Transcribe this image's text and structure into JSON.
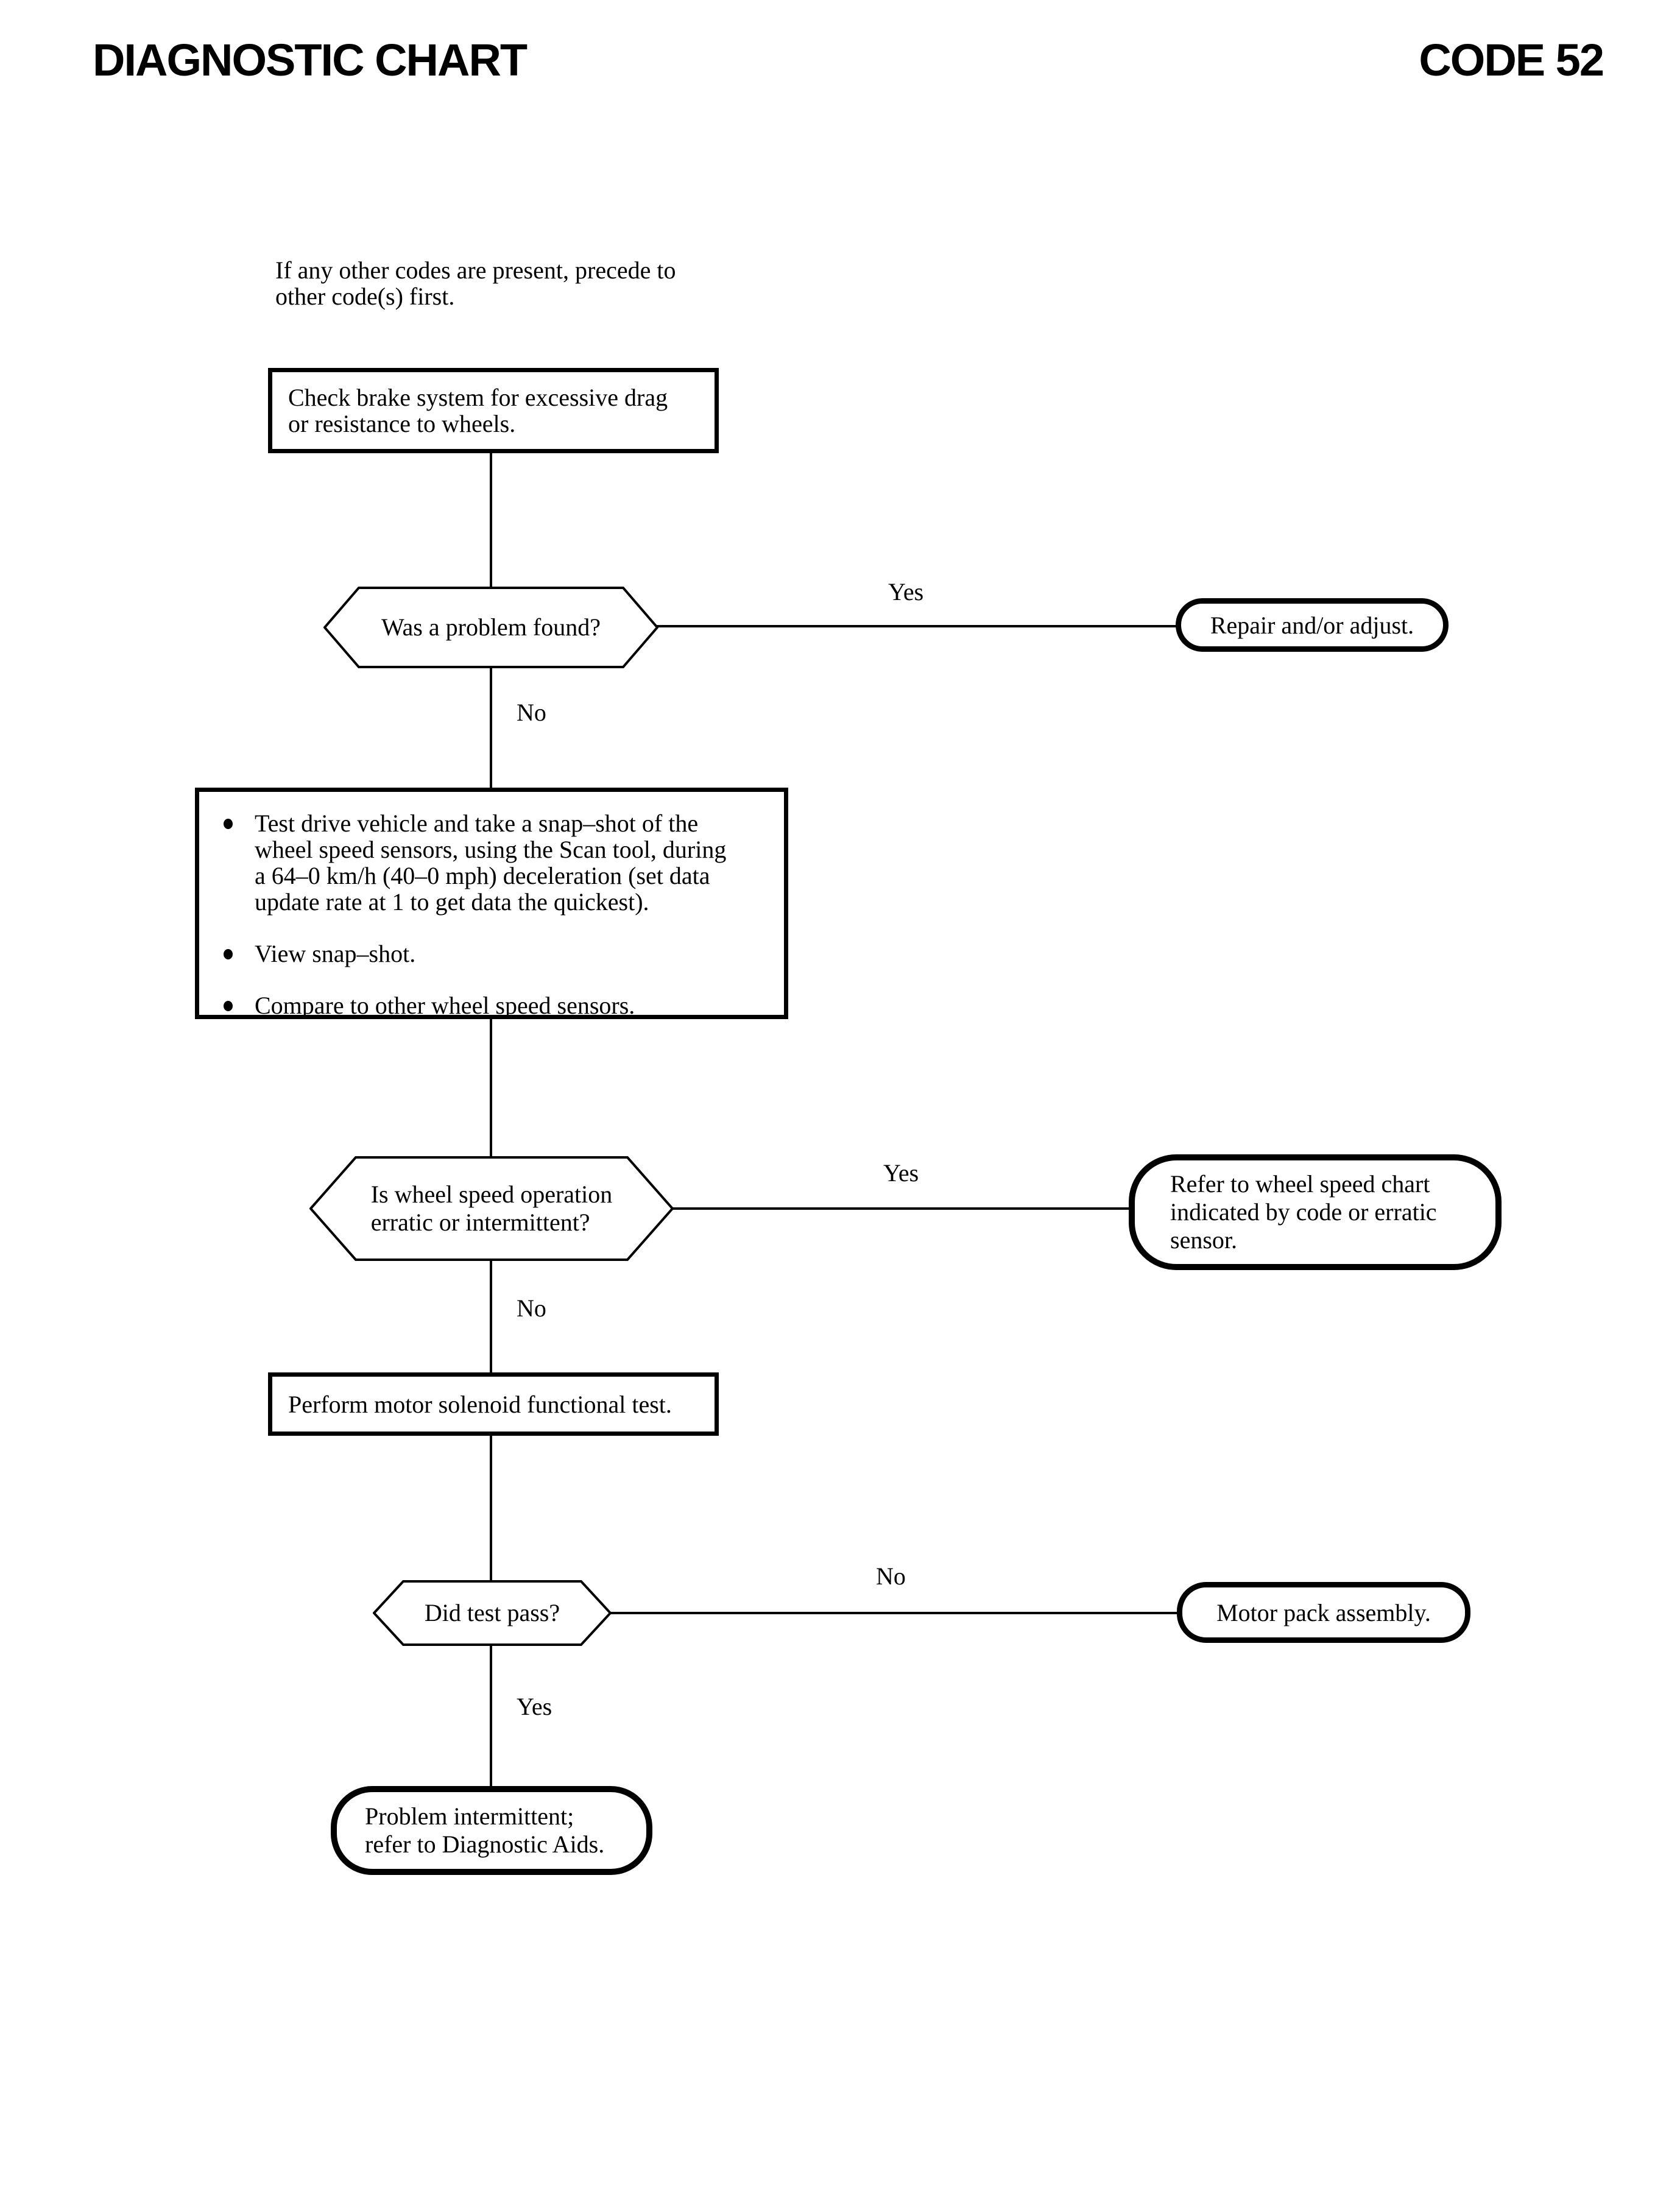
{
  "page": {
    "title_left": "DIAGNOSTIC CHART",
    "title_right": "CODE 52"
  },
  "flow": {
    "intro_note": "If any other codes are present, precede to\nother code(s) first.",
    "check_brake_box": "Check brake system for excessive drag\nor resistance to wheels.",
    "problem_found_decision": "Was a problem found?",
    "problem_found_yes_label": "Yes",
    "problem_found_no_label": "No",
    "repair_terminal": "Repair and/or adjust.",
    "test_drive_box": {
      "bullets": [
        "Test drive vehicle and take a snap–shot of the\nwheel speed sensors, using the Scan tool, during\na 64–0 km/h (40–0 mph) deceleration (set data\nupdate rate at 1 to get data the quickest).",
        "View snap–shot.",
        "Compare to other wheel speed sensors."
      ]
    },
    "wheel_speed_decision": "Is wheel speed operation\nerratic or intermittent?",
    "wheel_speed_yes_label": "Yes",
    "wheel_speed_no_label": "No",
    "refer_terminal": "Refer to wheel speed chart\nindicated by code or erratic\nsensor.",
    "solenoid_test_box": "Perform motor solenoid functional test.",
    "test_pass_decision": "Did test pass?",
    "test_pass_no_label": "No",
    "test_pass_yes_label": "Yes",
    "motor_pack_terminal": "Motor pack assembly.",
    "intermittent_terminal": "Problem intermittent;\nrefer to Diagnostic Aids."
  },
  "colors": {
    "ink": "#000000",
    "paper": "#ffffff"
  }
}
